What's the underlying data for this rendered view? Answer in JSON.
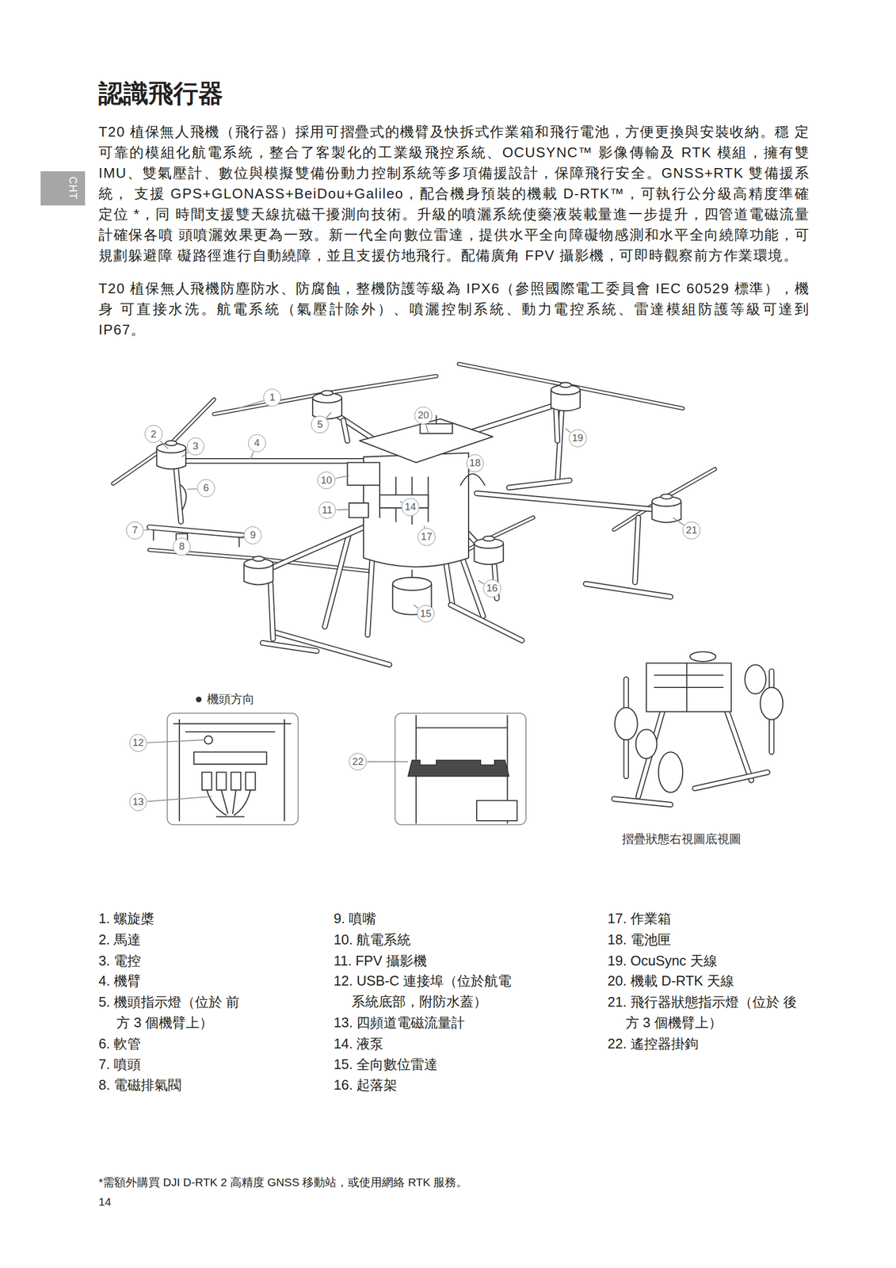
{
  "diagram": {
    "title": "認識飛行器",
    "nodes": [
      {
        "text": [
          "CHT"
        ]
      },
      {
        "text": [
          "1"
        ]
      },
      {
        "text": [
          "20"
        ]
      },
      {
        "text": [
          "2"
        ]
      },
      {
        "text": [
          "3"
        ]
      },
      {
        "text": [
          "4"
        ]
      },
      {
        "text": [
          "5"
        ]
      },
      {
        "text": [
          "19"
        ]
      },
      {
        "text": [
          "18"
        ]
      },
      {
        "text": [
          "6"
        ]
      },
      {
        "text": [
          "10"
        ]
      },
      {
        "text": [
          "11"
        ]
      },
      {
        "text": [
          "14"
        ]
      },
      {
        "text": [
          "7"
        ]
      },
      {
        "text": [
          "9"
        ]
      },
      {
        "text": [
          "8"
        ]
      },
      {
        "text": [
          "17"
        ]
      },
      {
        "text": [
          "21"
        ]
      },
      {
        "text": [
          "16"
        ]
      },
      {
        "text": [
          "15"
        ]
      },
      {
        "text": [
          "12"
        ]
      },
      {
        "text": [
          "22"
        ]
      },
      {
        "text": [
          "13"
        ]
      }
    ],
    "labels": [
      "T20 植保無人飛機（飛行器）採用可摺疊式的機臂及快拆式作業箱和飛行電池，方便更換與安裝收納。穩 定可靠的模組化航電系統，整合了客製化的工業級飛控系統、OCUSYNC™ 影像傳輸及 RTK 模組，擁有雙 IMU、雙氣壓計、數位與模擬雙備份動力控制系統等多項備援設計，保障飛行安全。GNSS+RTK 雙備援系統， 支援 GPS+GLONASS+BeiDou+Galileo，配合機身預裝的機載 D-RTK™，可執行公分級高精度準確定位 *，同 時間支援雙天線抗磁干擾測向技術。升級的噴灑系統使藥液裝載量進一步提升，四管道電磁流量計確保各噴 頭噴灑效果更為一致。新一代全向數位雷達，提供水平全向障礙物感測和水平全向繞障功能，可規劃躲避障 礙路徑進行自動繞障，並且支援仿地飛行。配備廣角 FPV 攝影機，可即時觀察前方作業環境。",
      "T20 植保無人飛機防塵防水、防腐蝕，整機防護等級為 IPX6（參照國際電工委員會 IEC 60529 標準），機身 可直接水洗。航電系統（氣壓計除外）、噴灑控制系統、動力電控系統、雷達模組防護等級可達到 IP67。",
      "機頭方向",
      "摺疊狀態右視圖底視圖",
      "1. 螺旋槳",
      "2. 馬達",
      "3. 電控",
      "4. 機臂",
      "5. 機頭指示燈（位於 前方 3 個機臂上）",
      "6. 軟管",
      "7. 噴頭",
      "8. 電磁排氣閥",
      "9. 噴嘴",
      "10. 航電系統",
      "11. FPV 攝影機",
      "12. USB-C 連接埠（位於航電 系統底部，附防水蓋）",
      "13. 四頻道電磁流量計",
      "14. 液泵",
      "15. 全向數位雷達",
      "16. 起落架",
      "17. 作業箱",
      "18. 電池匣",
      "19. OcuSync 天線",
      "20. 機載 D-RTK 天線",
      "21. 飛行器狀態指示燈（位於 後方 3 個機臂上）",
      "22. 遙控器掛鉤",
      "*需額外購買 DJI D-RTK 2 高精度 GNSS 移動站，或使用網絡 RTK 服務。",
      "14"
    ]
  }
}
